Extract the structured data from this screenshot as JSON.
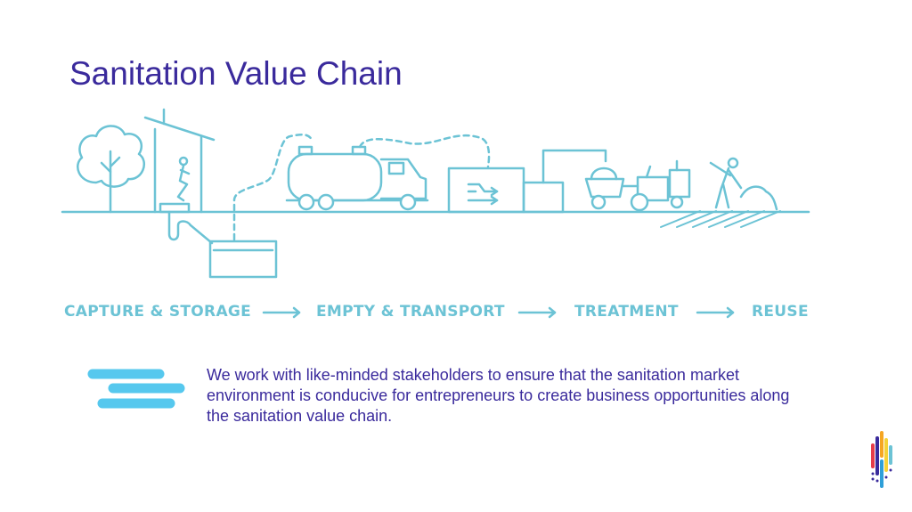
{
  "slide": {
    "title": "Sanitation Value Chain",
    "body": "We work with like-minded stakeholders to ensure that the sanitation market environment is conducive for entrepreneurs to create business opportunities along the sanitation value chain."
  },
  "stages": [
    {
      "label": "CAPTURE & STORAGE"
    },
    {
      "label": "EMPTY & TRANSPORT"
    },
    {
      "label": "TREATMENT"
    },
    {
      "label": "REUSE"
    }
  ],
  "colors": {
    "title": "#3a2a9c",
    "line_art": "#6cc3d5",
    "accent_bars": "#56c8ee",
    "logo": [
      "#e63d4a",
      "#f5a623",
      "#3a2a9c",
      "#2f9fd8",
      "#f5d23a",
      "#6cc3d5"
    ]
  },
  "icons": {
    "illustration": "sanitation-value-chain-line-illustration",
    "bars": "three-horizontal-bars-decoration",
    "logo": "organization-logo-mark"
  }
}
